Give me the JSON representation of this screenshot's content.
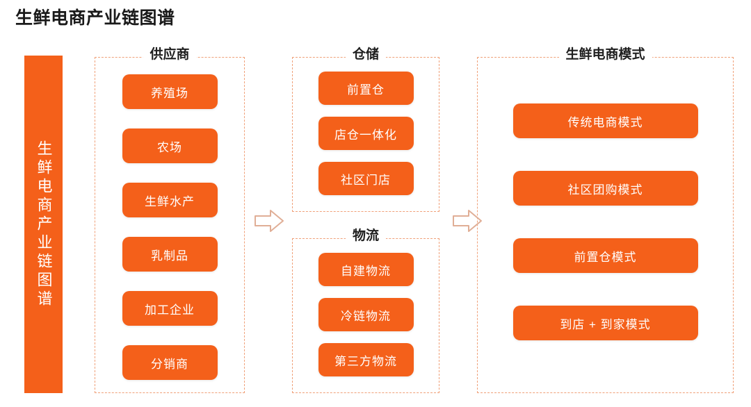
{
  "title": "生鲜电商产业链图谱",
  "sidebar": {
    "label": "生鲜电商产业链图谱"
  },
  "colors": {
    "accent": "#F4601A",
    "dashed_border": "#F0A078",
    "arrow_stroke": "#E0B09A",
    "title_text": "#1a1a1a",
    "box_text": "#FFFFFF"
  },
  "sections": [
    {
      "id": "supplier",
      "title": "供应商",
      "items": [
        {
          "label": "养殖场"
        },
        {
          "label": "农场"
        },
        {
          "label": "生鲜水产"
        },
        {
          "label": "乳制品"
        },
        {
          "label": "加工企业"
        },
        {
          "label": "分销商"
        }
      ]
    },
    {
      "id": "warehouse",
      "title": "仓储",
      "items": [
        {
          "label": "前置仓"
        },
        {
          "label": "店仓一体化"
        },
        {
          "label": "社区门店"
        }
      ]
    },
    {
      "id": "logistics",
      "title": "物流",
      "items": [
        {
          "label": "自建物流"
        },
        {
          "label": "冷链物流"
        },
        {
          "label": "第三方物流"
        }
      ]
    },
    {
      "id": "mode",
      "title": "生鲜电商模式",
      "items": [
        {
          "label": "传统电商模式"
        },
        {
          "label": "社区团购模式"
        },
        {
          "label": "前置仓模式"
        },
        {
          "label": "到店 + 到家模式"
        }
      ]
    }
  ],
  "arrows": [
    {
      "name": "arrow-supplier-to-warehouse",
      "direction": "right"
    },
    {
      "name": "arrow-warehouse-to-mode",
      "direction": "right"
    }
  ]
}
